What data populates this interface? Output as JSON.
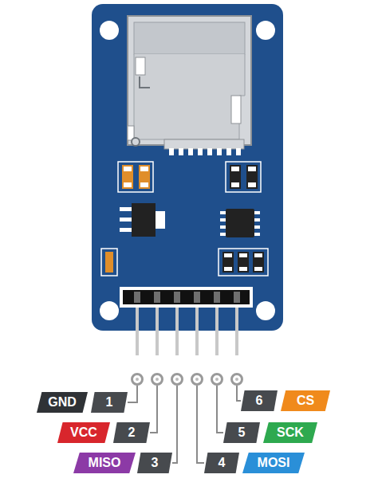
{
  "diagram": {
    "nodes": [
      {
        "text": [
          "GND"
        ]
      },
      {
        "text": [
          "1"
        ]
      },
      {
        "text": [
          "6"
        ]
      },
      {
        "text": [
          "CS"
        ]
      },
      {
        "text": [
          "VCC"
        ]
      },
      {
        "text": [
          "2"
        ]
      },
      {
        "text": [
          "5"
        ]
      },
      {
        "text": [
          "SCK"
        ]
      },
      {
        "text": [
          "MISO"
        ]
      },
      {
        "text": [
          "3"
        ]
      },
      {
        "text": [
          "4"
        ]
      },
      {
        "text": [
          "MOSI"
        ]
      }
    ]
  }
}
